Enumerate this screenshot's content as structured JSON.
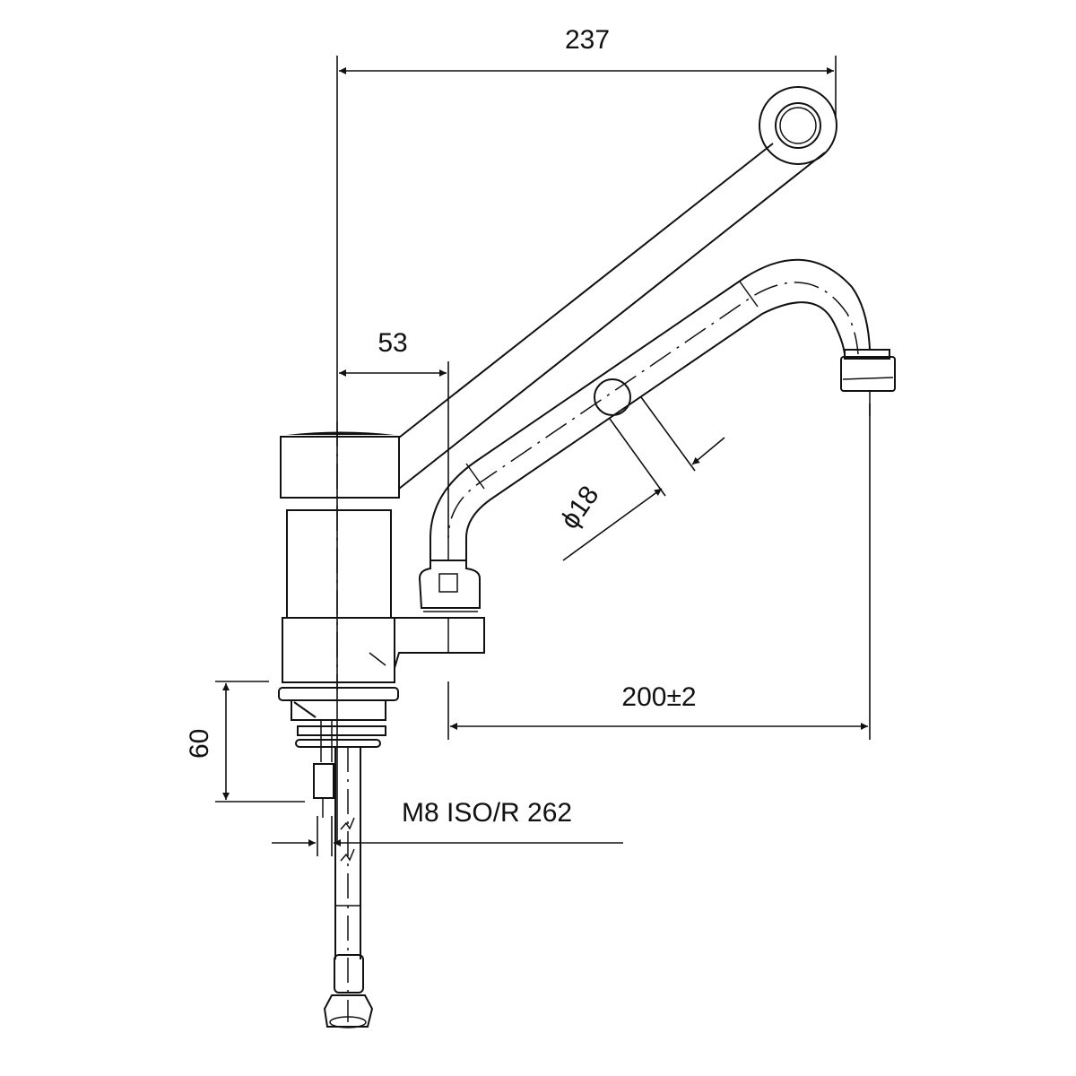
{
  "drawing": {
    "subject": "Single-lever faucet side view",
    "background": "#ffffff",
    "line_color": "#111111"
  },
  "dimensions": {
    "overall_width": "237",
    "handle_offset": "53",
    "spout_diameter": "ϕ18",
    "spout_reach": "200±2",
    "mount_height": "60",
    "thread_spec": "M8 ISO/R 262"
  }
}
